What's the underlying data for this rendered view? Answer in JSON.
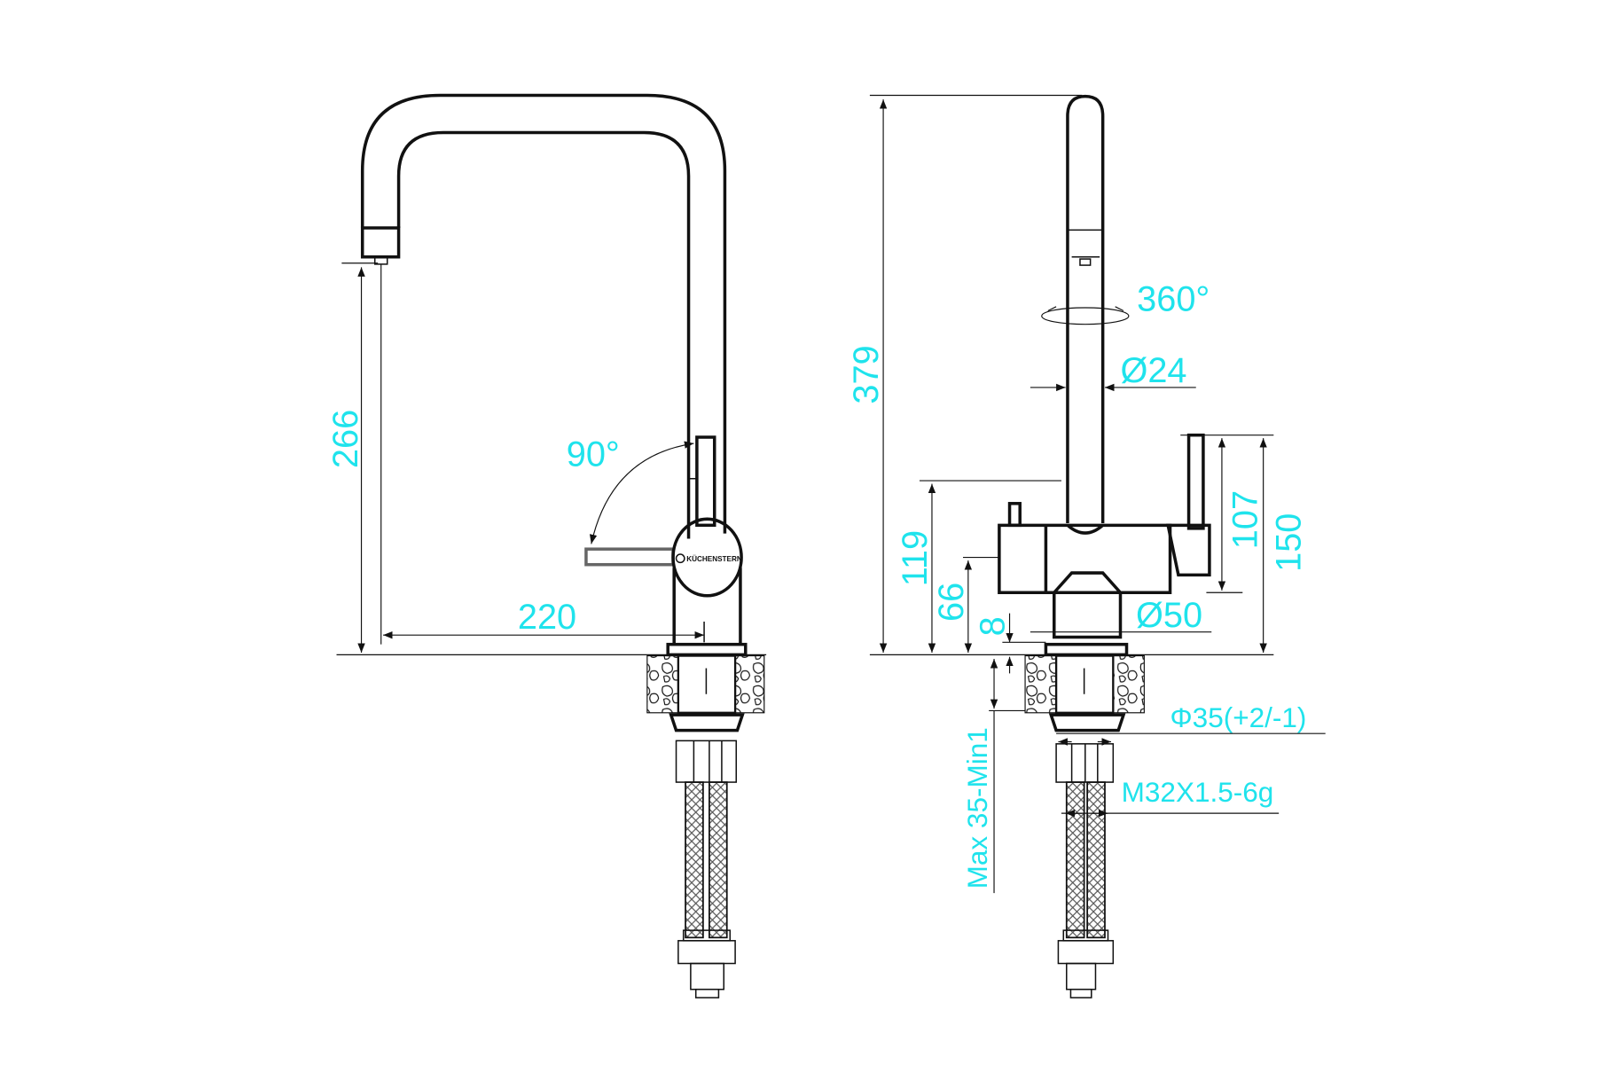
{
  "drawing": {
    "title": "Faucet dimension drawing",
    "accent_color": "#1fe3ec",
    "logo_text": "KÜCHENSTERN",
    "front_view": {
      "spout_height": "266",
      "reach": "220",
      "lever_rotation": "90°"
    },
    "side_view": {
      "total_height": "379",
      "swivel": "360°",
      "spout_diameter": "Ø24",
      "body_height": "119",
      "base_height": "66",
      "plate_height": "8",
      "body_diameter": "Ø50",
      "handle_height": "107",
      "handle_top_height": "150",
      "countertop_thickness": "Max 35-Min1",
      "hole_diameter": "Φ35(+2/-1)",
      "thread": "M32X1.5-6g"
    }
  }
}
